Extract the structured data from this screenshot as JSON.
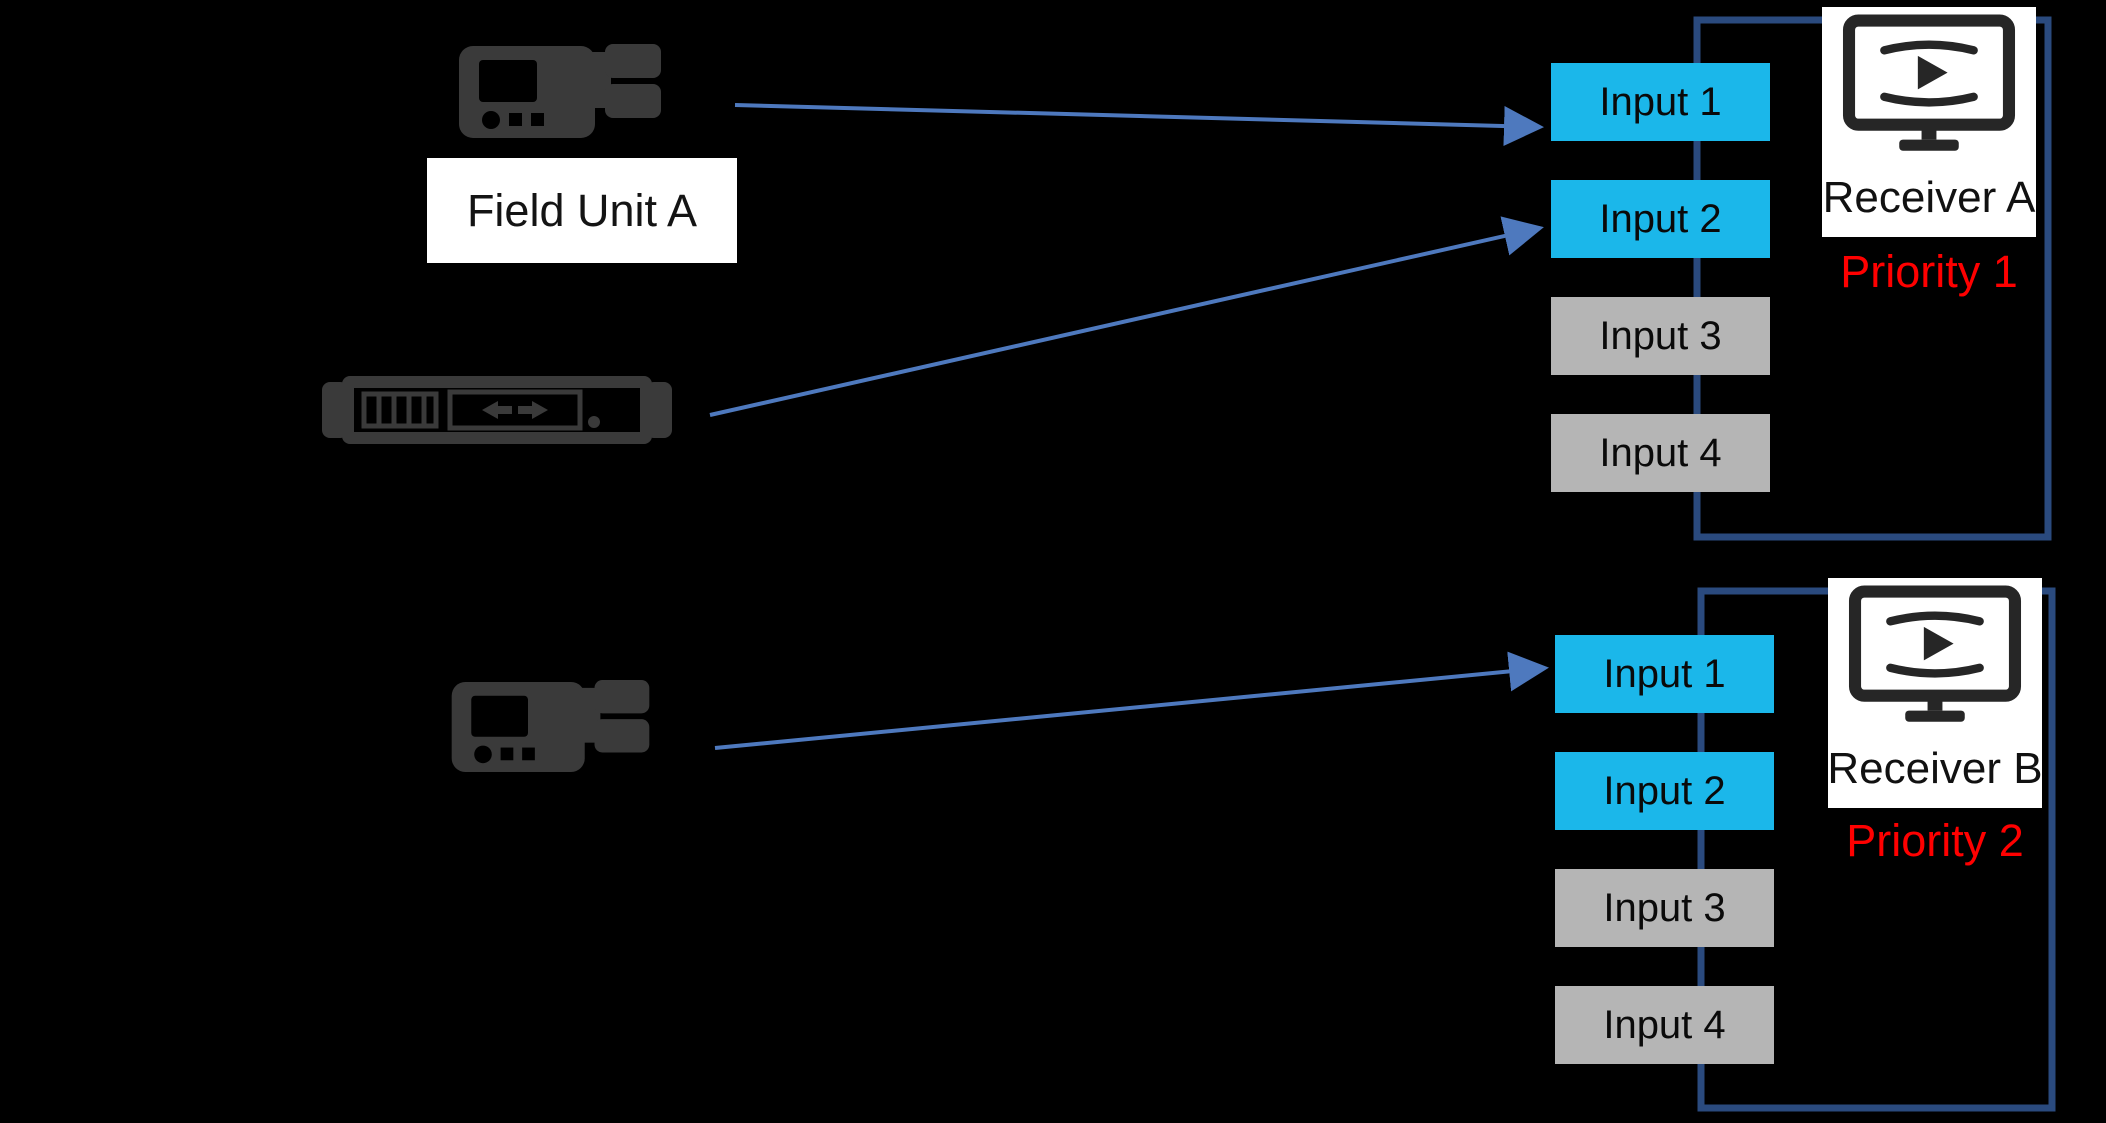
{
  "diagram": {
    "background": "#000000",
    "colors": {
      "background": "#000000",
      "input_active": "#1BB7EA",
      "input_inactive": "#B5B5B5",
      "connector_line": "#2A4A7E",
      "arrow_line": "#4E79BE",
      "priority_text": "#FF0000",
      "device_icon": "#3A3A3A",
      "receiver_icon": "#262626"
    }
  },
  "sources": {
    "field_unit_a": {
      "label": "Field Unit A",
      "icon": "field-unit-icon"
    },
    "rack_encoder": {
      "icon": "rack-encoder-icon"
    },
    "field_unit_b": {
      "icon": "field-unit-icon"
    }
  },
  "receiver_a": {
    "name": "Receiver A",
    "priority": "Priority 1",
    "icon": "video-monitor-icon",
    "inputs": [
      {
        "label": "Input 1",
        "state": "active"
      },
      {
        "label": "Input 2",
        "state": "active"
      },
      {
        "label": "Input 3",
        "state": "inactive"
      },
      {
        "label": "Input 4",
        "state": "inactive"
      }
    ]
  },
  "receiver_b": {
    "name": "Receiver B",
    "priority": "Priority 2",
    "icon": "video-monitor-icon",
    "inputs": [
      {
        "label": "Input 1",
        "state": "active"
      },
      {
        "label": "Input 2",
        "state": "active"
      },
      {
        "label": "Input 3",
        "state": "inactive"
      },
      {
        "label": "Input 4",
        "state": "inactive"
      }
    ]
  },
  "connections": [
    {
      "from": "field-unit-a",
      "to": "receiver-a-input-1"
    },
    {
      "from": "rack-encoder",
      "to": "receiver-a-input-2"
    },
    {
      "from": "field-unit-b",
      "to": "receiver-b-input-1"
    }
  ]
}
